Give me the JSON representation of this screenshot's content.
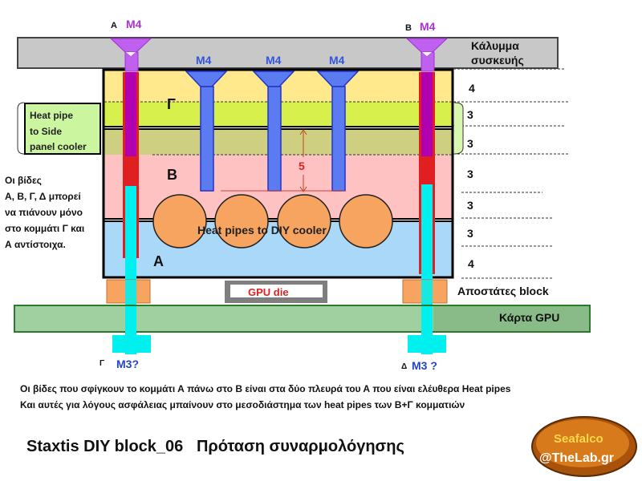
{
  "screws_top": {
    "a": {
      "letter": "A",
      "size": "M4"
    },
    "b": {
      "letter": "B",
      "size": "M4"
    },
    "middle": [
      "M4",
      "M4",
      "M4"
    ]
  },
  "cover_label": [
    "Κάλυμμα",
    "συσκευής"
  ],
  "layer_labels": {
    "gamma": "Γ",
    "beta": "B",
    "alpha": "A"
  },
  "side_box": [
    "Heat pipe",
    "to Side",
    "panel cooler"
  ],
  "left_note": [
    "Οι βίδες",
    "Α, Β, Γ, Δ μπορεί",
    "να πιάνουν μόνο",
    "στο κομμάτι Γ και",
    "Α αντίστοιχα."
  ],
  "gap_value": "5",
  "heat_pipes_label": "Heat pipes to DIY cooler",
  "thicknesses": [
    "4",
    "3",
    "3",
    "3",
    "3",
    "3",
    "4"
  ],
  "spacers_label": "Αποστάτες block",
  "gpu_die_label": "GPU die",
  "card_label": "Κάρτα GPU",
  "screws_bottom": {
    "gamma": {
      "letter": "Γ",
      "size": "M3?"
    },
    "delta": {
      "letter": "Δ",
      "size": "M3 ?"
    }
  },
  "notes": [
    "Οι βίδες που σφίγκουν το κομμάτι Α πάνω στο Β είναι στα δύο πλευρά του Α που είναι ελέυθερα Heat pipes",
    "Και αυτές για λόγους ασφάλειας μπαίνουν στο μεσοδιάστημα των heat pipes των Β+Γ κομματιών"
  ],
  "title": "Staxtis DIY block_06   Πρόταση συναρμολόγησης",
  "logo": [
    "Seafalco",
    "@TheLab.gr"
  ],
  "colors": {
    "purple": "#b000c0",
    "blue_screw": "#5577ee",
    "cyan": "#00f0f0",
    "heatpipe": "#f7a460",
    "red": "#e02020"
  }
}
